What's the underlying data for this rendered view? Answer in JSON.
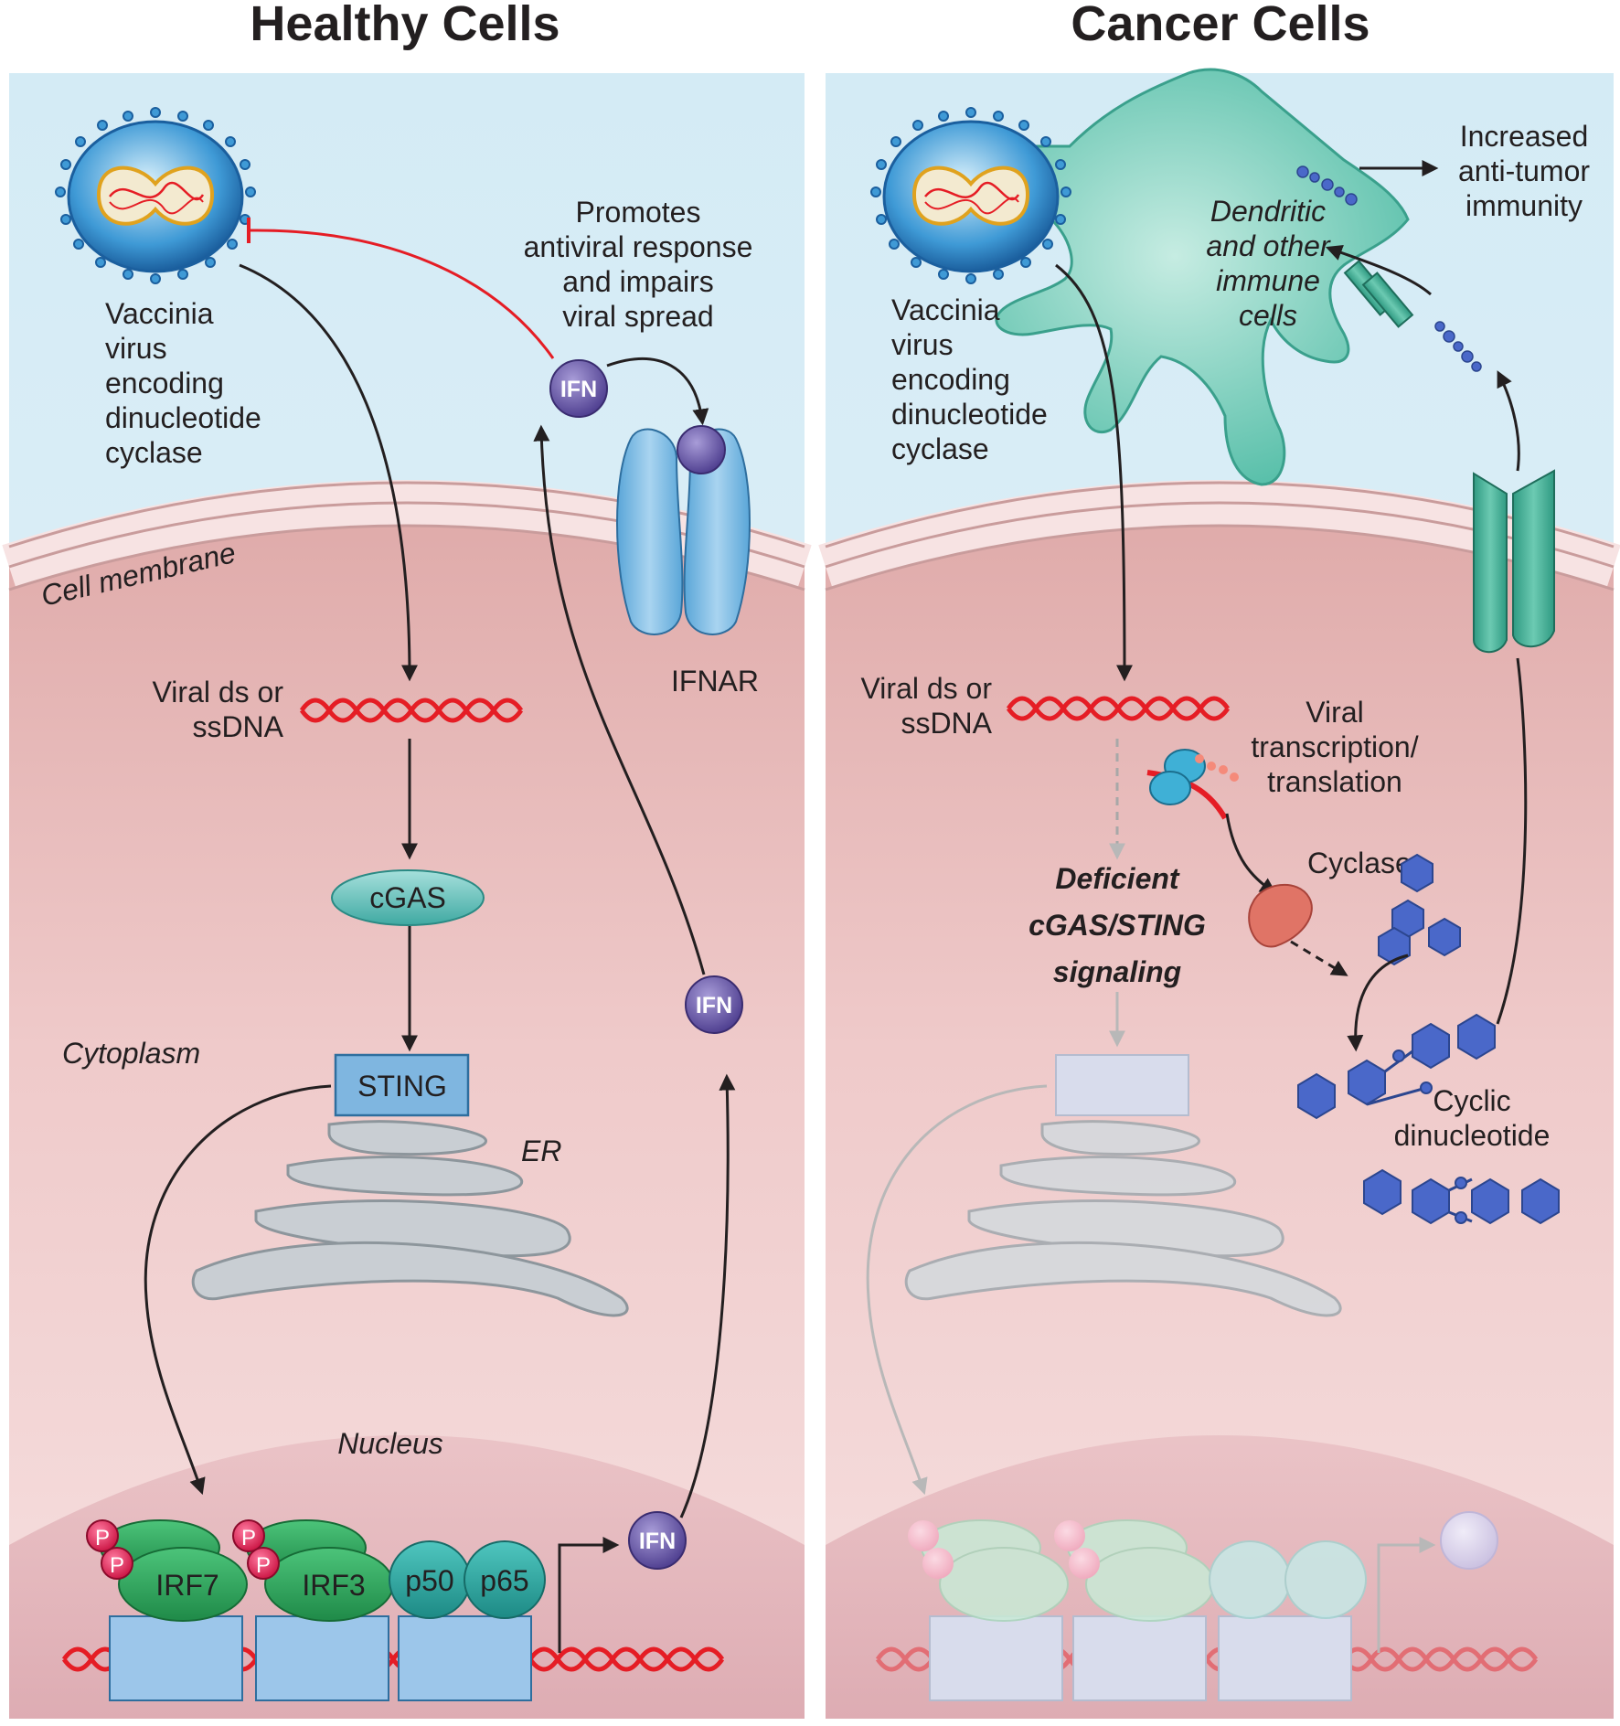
{
  "titles": {
    "healthy": "Healthy Cells",
    "cancer": "Cancer Cells"
  },
  "healthy": {
    "virus": [
      "Vaccinia",
      "virus",
      "encoding",
      "dinucleotide",
      "cyclase"
    ],
    "promotes": [
      "Promotes",
      "antiviral response",
      "and impairs",
      "viral spread"
    ],
    "ifn": "IFN",
    "cell_membrane": "Cell membrane",
    "ifnar": "IFNAR",
    "viral_dna": [
      "Viral ds or",
      "ssDNA"
    ],
    "cgas": "cGAS",
    "sting": "STING",
    "cytoplasm": "Cytoplasm",
    "er": "ER",
    "nucleus": "Nucleus",
    "phospho": "P",
    "irf7": "IRF7",
    "irf3": "IRF3",
    "p50": "p50",
    "p65": "p65"
  },
  "cancer": {
    "virus": [
      "Vaccinia",
      "virus",
      "encoding",
      "dinucleotide",
      "cyclase"
    ],
    "dendritic": [
      "Dendritic",
      "and other",
      "immune",
      "cells"
    ],
    "increased": [
      "Increased",
      "anti-tumor",
      "immunity"
    ],
    "viral_dna": [
      "Viral ds or",
      "ssDNA"
    ],
    "viral_tx": [
      "Viral",
      "transcription/",
      "translation"
    ],
    "cyclase": "Cyclase",
    "deficient": [
      "Deficient",
      "cGAS/STING",
      "signaling"
    ],
    "cyclic": [
      "Cyclic",
      "dinucleotide"
    ]
  },
  "colors": {
    "background_top": "#d4ebf5",
    "cytoplasm": "#e6b8b8",
    "dna": "#e51d25",
    "ifn": "#5a4a9c",
    "sting": "#7fb6e0",
    "irf": "#2aa15a",
    "nfkb": "#2aa6a0",
    "dendritic": "#5fc7b2",
    "cdn": "#4a68c9"
  }
}
